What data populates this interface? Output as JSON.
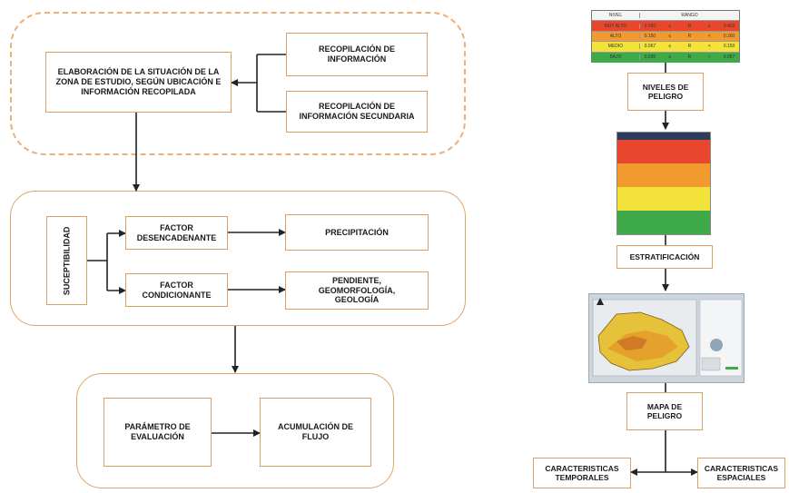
{
  "left": {
    "elaboration": "ELABORACIÓN DE LA SITUACIÓN DE LA\nZONA DE ESTUDIO, SEGÚN UBICACIÓN E\nINFORMACIÓN RECOPILADA",
    "compilation": "RECOPILACIÓN DE\nINFORMACIÓN",
    "secondary": "RECOPILACIÓN DE\nINFORMACIÓN SECUNDARIA",
    "susceptibility": "SUCEPTIBILIDAD",
    "trigger_factor": "FACTOR\nDESENCADENANTE",
    "conditioning_factor": "FACTOR\nCONDICIONANTE",
    "precipitation": "PRECIPITACIÓN",
    "slope": "PENDIENTE,\nGEOMORFOLOGÍA,\nGEOLOGÍA",
    "evaluation_param": "PARÁMETRO DE\nEVALUACIÓN",
    "flow_accumulation": "ACUMULACIÓN DE\nFLUJO"
  },
  "right": {
    "levels_table": {
      "headers": [
        "NIVEL",
        "RANGO"
      ],
      "rows": [
        {
          "name": "MUY ALTO",
          "low": "0.260",
          "op1": "≤",
          "r": "R",
          "op2": "≤",
          "high": "0.403",
          "color": "#e8472e"
        },
        {
          "name": "ALTO",
          "low": "0.150",
          "op1": "≤",
          "r": "R",
          "op2": "<",
          "high": "0.260",
          "color": "#f29a2e"
        },
        {
          "name": "MEDIO",
          "low": "0.067",
          "op1": "≤",
          "r": "R",
          "op2": "<",
          "high": "0.150",
          "color": "#f3e23a"
        },
        {
          "name": "BAJO",
          "low": "0.035",
          "op1": "≤",
          "r": "R",
          "op2": "<",
          "high": "0.067",
          "color": "#3faa4a"
        }
      ]
    },
    "hazard_levels": "NIVELES DE\nPELIGRO",
    "stratification": "ESTRATIFICACIÓN",
    "hazard_map": "MAPA DE\nPELIGRO",
    "temporal": "CARACTERISTICAS\nTEMPORALES",
    "spatial": "CARACTERISTICAS\nESPACIALES"
  },
  "colors": {
    "border": "#d9a066",
    "very_high": "#e8472e",
    "high": "#f29a2e",
    "medium": "#f3e23a",
    "low": "#3faa4a"
  }
}
